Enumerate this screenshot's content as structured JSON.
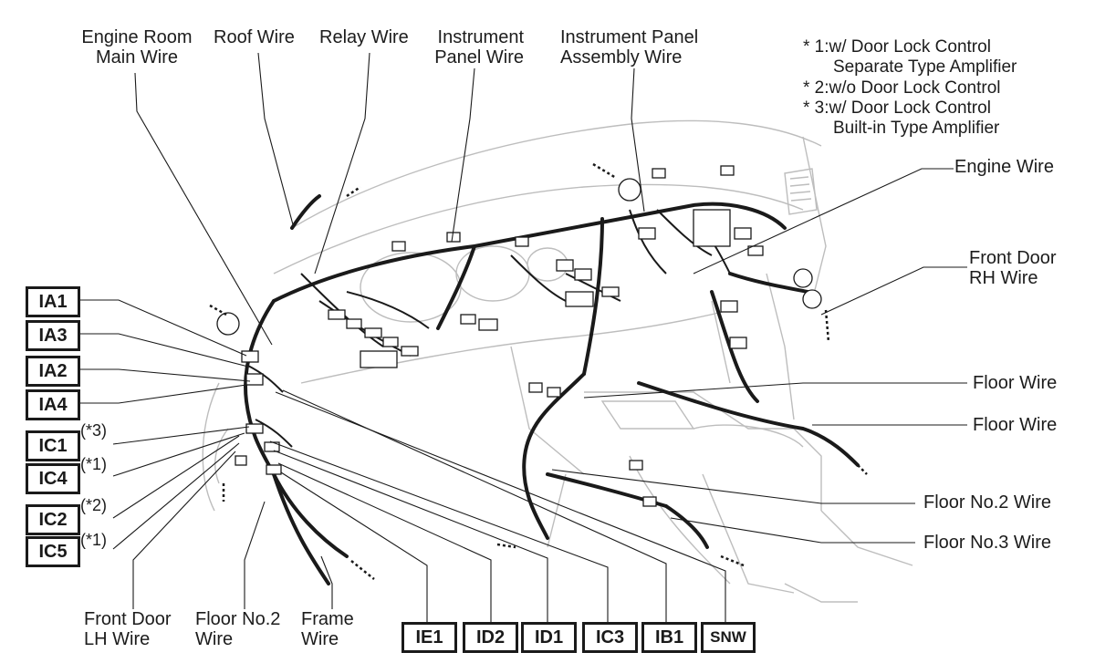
{
  "top_labels": {
    "engine_room_main_wire": [
      "Engine Room",
      "Main Wire"
    ],
    "roof_wire": "Roof Wire",
    "relay_wire": "Relay Wire",
    "instrument_panel_wire": [
      "Instrument",
      "Panel Wire"
    ],
    "instrument_panel_assembly_wire": [
      "Instrument Panel",
      "Assembly Wire"
    ]
  },
  "notes": [
    "* 1:w/ Door Lock Control",
    "Separate Type Amplifier",
    "* 2:w/o Door Lock Control",
    "* 3:w/ Door Lock Control",
    "Built-in Type Amplifier"
  ],
  "right_labels": {
    "engine_wire": "Engine Wire",
    "front_door_rh_wire": [
      "Front Door",
      "RH Wire"
    ],
    "floor_wire_1": "Floor Wire",
    "floor_wire_2": "Floor Wire",
    "floor_no2_wire": "Floor No.2 Wire",
    "floor_no3_wire": "Floor No.3 Wire"
  },
  "left_connectors": [
    "IA1",
    "IA3",
    "IA2",
    "IA4",
    "IC1",
    "IC4",
    "IC2",
    "IC5"
  ],
  "left_connector_notes": {
    "IC1": "(*3)",
    "IC4": "(*1)",
    "IC2": "(*2)",
    "IC5": "(*1)"
  },
  "bottom_labels": {
    "front_door_lh_wire": [
      "Front Door",
      "LH Wire"
    ],
    "floor_no2_wire": [
      "Floor No.2",
      "Wire"
    ],
    "frame_wire": [
      "Frame",
      "Wire"
    ]
  },
  "bottom_connectors": [
    "IE1",
    "ID2",
    "ID1",
    "IC3",
    "IB1",
    "SNW"
  ]
}
